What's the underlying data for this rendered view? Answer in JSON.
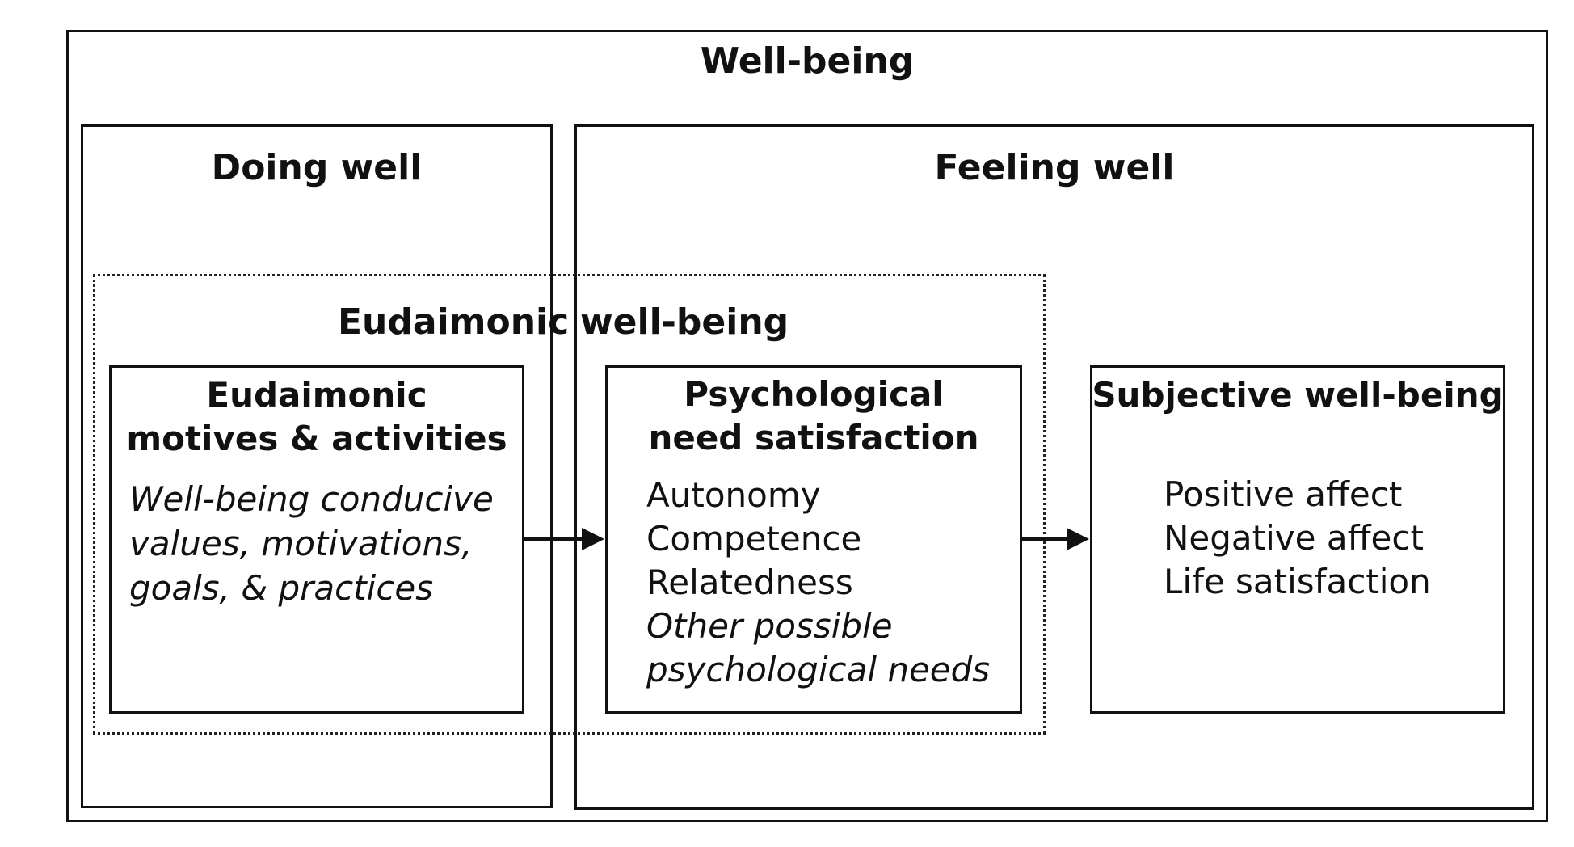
{
  "diagram": {
    "title": "Well-being",
    "doing_well": {
      "label": "Doing well"
    },
    "feeling_well": {
      "label": "Feeling well"
    },
    "eudaimonic_region": {
      "label_left": "Eudaimonic",
      "label_right": "well-being"
    },
    "motives_box": {
      "title_lines": [
        "Eudaimonic",
        "motives & activities"
      ],
      "body_lines": [
        "Well-being conducive",
        "values, motivations,",
        "goals, & practices"
      ]
    },
    "needs_box": {
      "title_lines": [
        "Psychological",
        "need satisfaction"
      ],
      "items": [
        "Autonomy",
        "Competence",
        "Relatedness"
      ],
      "italic_lines": [
        "Other possible",
        "psychological needs"
      ]
    },
    "swb_box": {
      "title": "Subjective well-being",
      "items": [
        "Positive affect",
        "Negative affect",
        "Life satisfaction"
      ]
    }
  }
}
